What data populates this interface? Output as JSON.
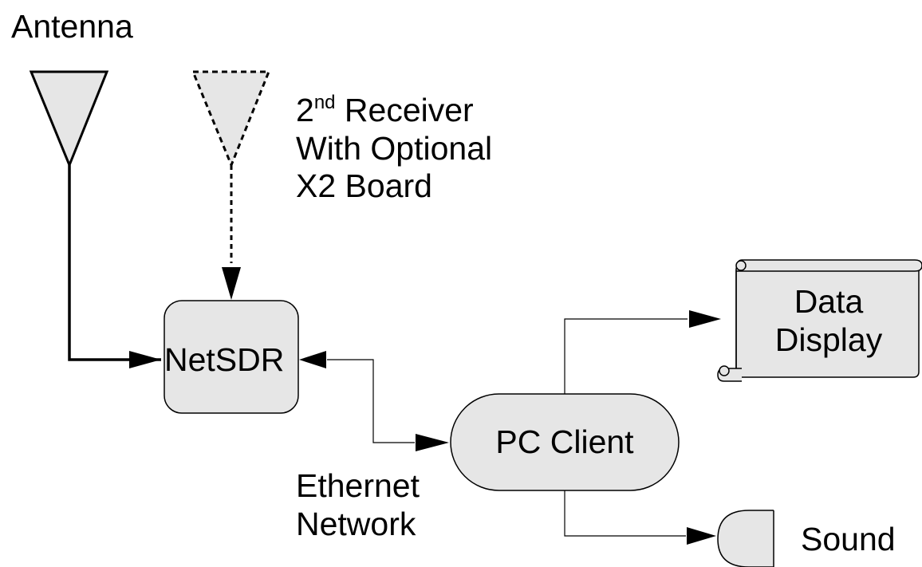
{
  "antenna": {
    "label": "Antenna"
  },
  "receiver2": {
    "ordinal": "2",
    "ordinal_suffix": "nd",
    "line1_rest": " Receiver",
    "line2": "With Optional",
    "line3": "X2 Board"
  },
  "netsdr": {
    "label": "NetSDR"
  },
  "ethernet": {
    "line1": "Ethernet",
    "line2": "Network"
  },
  "pc_client": {
    "label": "PC Client"
  },
  "data_display": {
    "line1": "Data",
    "line2": "Display"
  },
  "sound": {
    "label": "Sound"
  },
  "colors": {
    "shape_fill": "#e6e6e6",
    "stroke": "#000000",
    "background": "#ffffff"
  },
  "icons": [
    "antenna-icon",
    "antenna-dashed-icon",
    "scroll-icon",
    "speaker-icon"
  ]
}
